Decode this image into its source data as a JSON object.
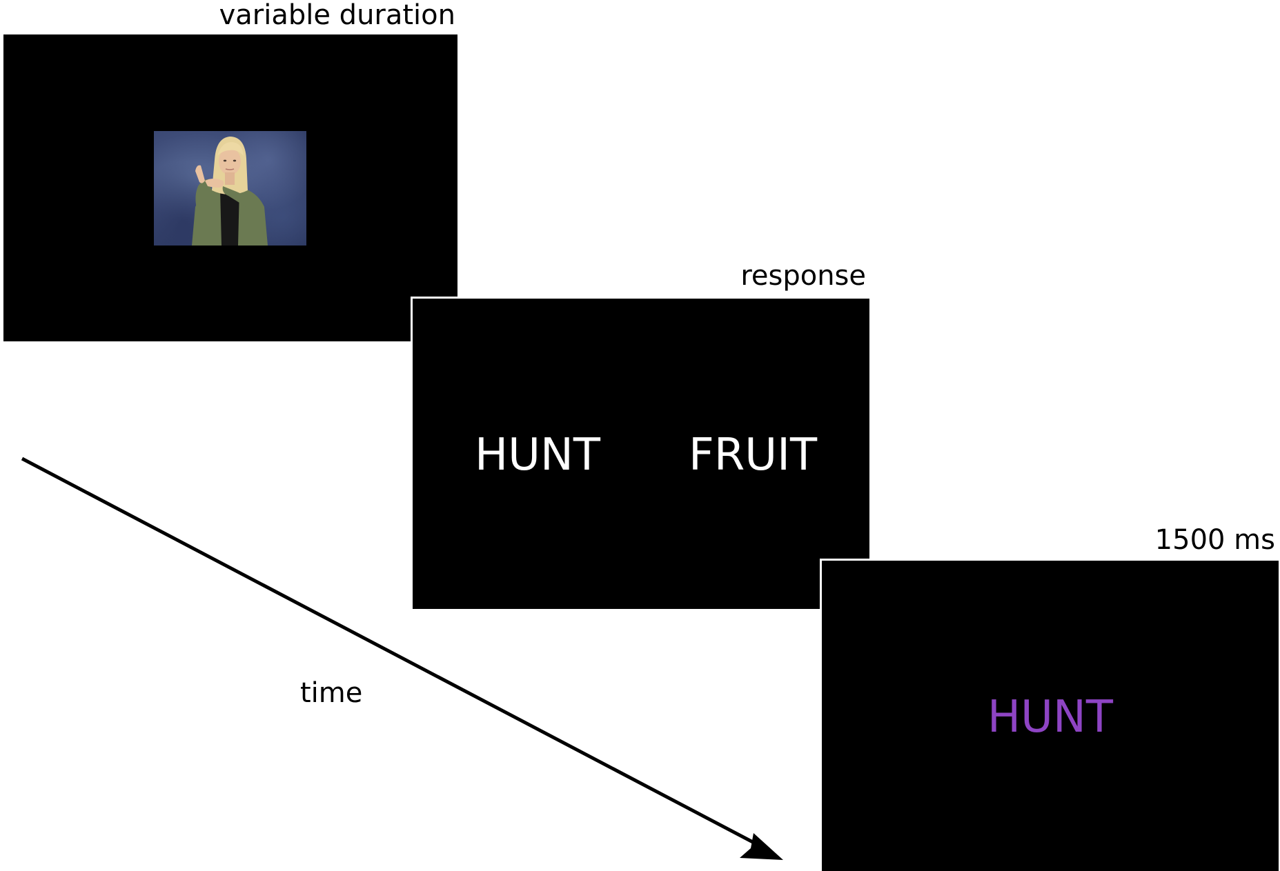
{
  "screens": [
    {
      "duration_label": "variable duration",
      "content": "video"
    },
    {
      "duration_label": "response",
      "words": [
        "HUNT",
        "FRUIT"
      ],
      "word_color": "#ffffff"
    },
    {
      "duration_label": "1500 ms",
      "feedback_word": "HUNT",
      "feedback_color": "#8e44c4"
    }
  ],
  "timeline": {
    "label": "time"
  },
  "icons": {
    "video_still": "person-signing-icon",
    "arrow": "arrow-right-down-icon"
  }
}
